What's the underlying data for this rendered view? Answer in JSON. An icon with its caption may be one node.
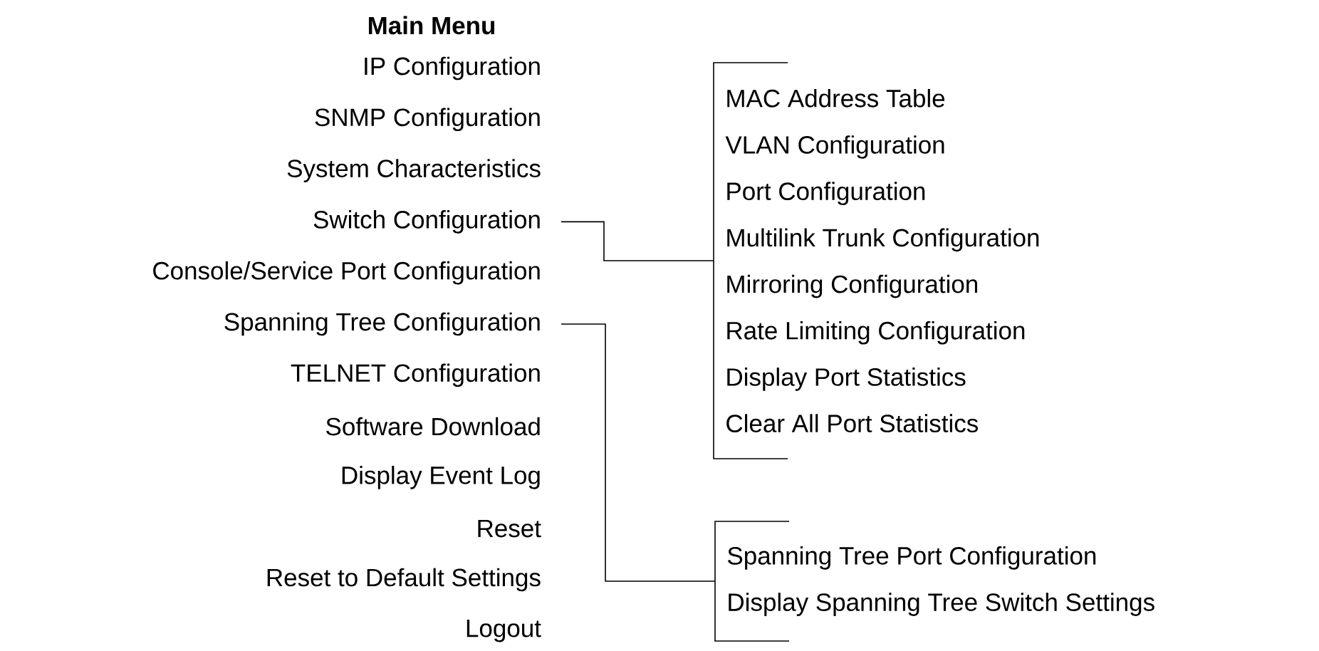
{
  "diagram": {
    "title": "Main Menu",
    "nodes": [
      {
        "text": [
          "IP Configuration"
        ]
      },
      {
        "text": [
          "SNMP Configuration"
        ]
      },
      {
        "text": [
          "System Characteristics"
        ]
      },
      {
        "text": [
          "Switch Configuration"
        ]
      },
      {
        "text": [
          "Console/Service Port Configuration"
        ]
      },
      {
        "text": [
          "Spanning Tree Configuration"
        ]
      },
      {
        "text": [
          "TELNET Configuration"
        ]
      },
      {
        "text": [
          "Software Download"
        ]
      },
      {
        "text": [
          "Display Event Log"
        ]
      },
      {
        "text": [
          "Reset"
        ]
      },
      {
        "text": [
          "Reset to Default Settings"
        ]
      },
      {
        "text": [
          "Logout"
        ]
      },
      {
        "text": [
          "MAC Address Table",
          "VLAN Configuration",
          "Port Configuration",
          "Multilink Trunk Configuration",
          "Mirroring Configuration",
          "Rate Limiting Configuration",
          "Display Port Statistics",
          "Clear All Port Statistics"
        ]
      },
      {
        "text": [
          "Spanning Tree Port Configuration",
          "Display Spanning Tree Switch Settings"
        ]
      }
    ],
    "edges": [
      {
        "from": 3,
        "to": 12,
        "arrow": "none"
      },
      {
        "from": 5,
        "to": 13,
        "arrow": "none"
      }
    ]
  }
}
